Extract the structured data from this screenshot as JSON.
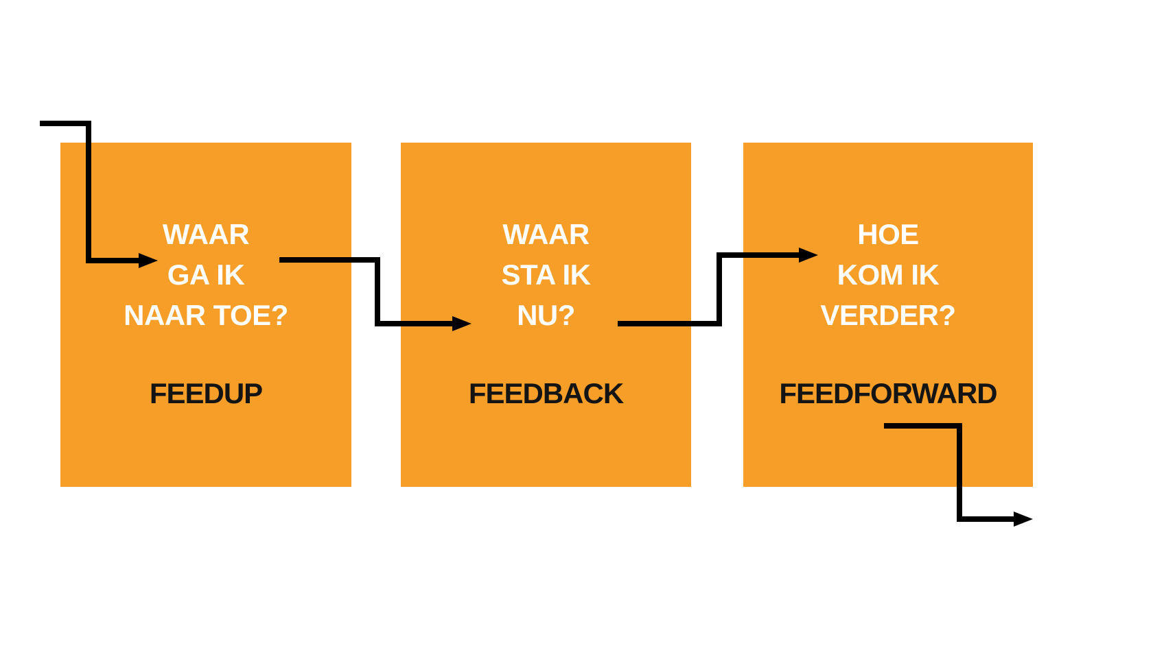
{
  "colors": {
    "page-background": "#FFFFFF",
    "box-orange": "#F79E28",
    "question-white": "#FFFFFF",
    "label-black": "#141414",
    "arrow-black": "#000000"
  },
  "diagram": {
    "boxes": [
      {
        "question_lines": [
          "WAAR",
          "GA IK",
          "NAAR TOE?"
        ],
        "label": "FEEDUP"
      },
      {
        "question_lines": [
          "WAAR",
          "STA IK",
          "NU?"
        ],
        "label": "FEEDBACK"
      },
      {
        "question_lines": [
          "HOE",
          "KOM IK",
          "VERDER?"
        ],
        "label": "FEEDFORWARD"
      }
    ],
    "arrows": [
      {
        "from": "start",
        "to": "FEEDUP"
      },
      {
        "from": "FEEDUP",
        "to": "FEEDBACK"
      },
      {
        "from": "FEEDBACK",
        "to": "FEEDFORWARD"
      },
      {
        "from": "FEEDFORWARD",
        "to": "end"
      }
    ]
  }
}
